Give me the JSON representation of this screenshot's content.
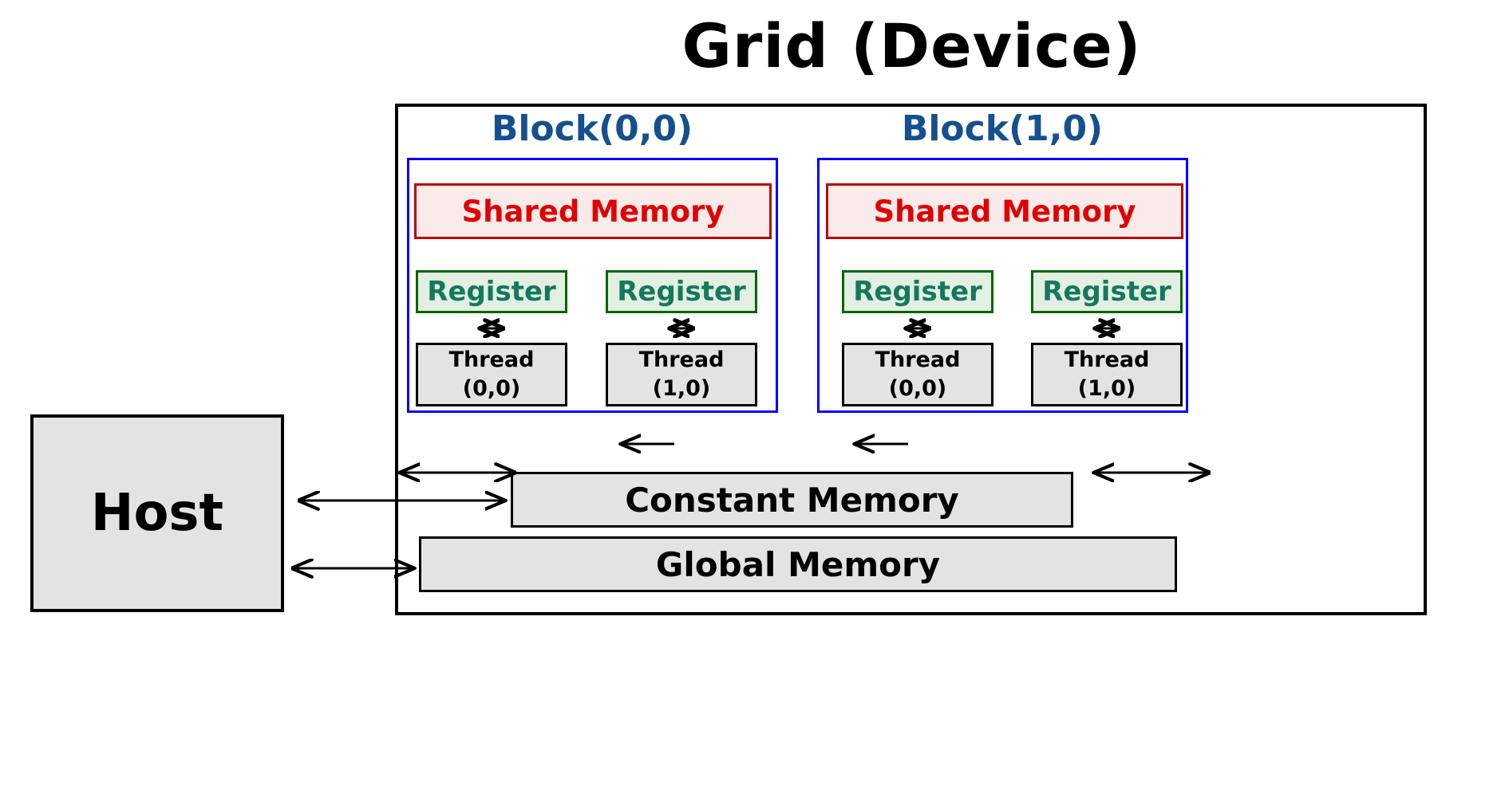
{
  "diagram": {
    "title": "Grid (Device)",
    "host": {
      "label": "Host"
    },
    "blocks": [
      {
        "label": "Block(0,0)",
        "shared_memory": "Shared Memory",
        "registers": [
          "Register",
          "Register"
        ],
        "threads": [
          {
            "name": "Thread",
            "index": "(0,0)"
          },
          {
            "name": "Thread",
            "index": "(1,0)"
          }
        ]
      },
      {
        "label": "Block(1,0)",
        "shared_memory": "Shared Memory",
        "registers": [
          "Register",
          "Register"
        ],
        "threads": [
          {
            "name": "Thread",
            "index": "(0,0)"
          },
          {
            "name": "Thread",
            "index": "(1,0)"
          }
        ]
      }
    ],
    "constant_memory": "Constant Memory",
    "global_memory": "Global Memory",
    "colors": {
      "grid_border": "#000000",
      "block_border": "#0000FF",
      "block_label_text": "#14508F",
      "shared_memory_border": "#C00000",
      "shared_memory_fill": "#FAEAEA",
      "shared_memory_text": "#E00000",
      "register_border": "#006600",
      "register_fill": "#E2EFE2",
      "register_text": "#14795C",
      "thread_fill": "#E3E3E3",
      "thread_border": "#000000",
      "memory_fill": "#E3E3E3",
      "host_fill": "#E3E3E3",
      "arrow_color": "#000000",
      "background": "#FFFFFF"
    },
    "arrows": [
      {
        "name": "register-thread-0-0",
        "type": "bidirectional-vertical"
      },
      {
        "name": "register-thread-0-1",
        "type": "bidirectional-vertical"
      },
      {
        "name": "register-thread-1-0",
        "type": "bidirectional-vertical"
      },
      {
        "name": "register-thread-1-1",
        "type": "bidirectional-vertical"
      },
      {
        "name": "block0-global-memory",
        "type": "bidirectional-vertical"
      },
      {
        "name": "block1-global-memory",
        "type": "bidirectional-vertical"
      },
      {
        "name": "constant-to-thread-0-1",
        "type": "single-up"
      },
      {
        "name": "constant-to-thread-1-0",
        "type": "single-up"
      },
      {
        "name": "host-to-constant-memory",
        "type": "bidirectional-horizontal"
      },
      {
        "name": "host-to-global-memory",
        "type": "bidirectional-horizontal"
      }
    ]
  }
}
